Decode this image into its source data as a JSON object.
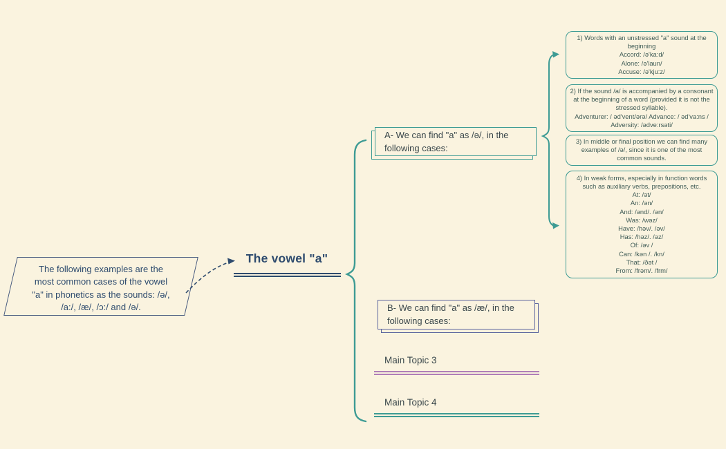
{
  "colors": {
    "background": "#FAF3DF",
    "teal": "#3D9B94",
    "navy": "#2E4B6E",
    "indigo": "#5A639E",
    "purple": "#B07EB8"
  },
  "note": {
    "text": "The following examples are the\nmost common cases of the vowel\n\"a\" in phonetics as the sounds: /ə/,\n/a:/, /æ/, /ɔ:/ and /ə/."
  },
  "root": {
    "title": "The vowel \"a\""
  },
  "topic_a": {
    "label": "A- We can find \"a\" as /ə/, in the\nfollowing cases:"
  },
  "topic_b": {
    "label": "B- We can find \"a\" as  /æ/, in the\nfollowing cases:"
  },
  "main_topic_3": {
    "label": "Main Topic 3"
  },
  "main_topic_4": {
    "label": "Main Topic 4"
  },
  "subtopics": [
    {
      "text": "1) Words with an unstressed \"a\" sound at the beginning\nAccord: /ə'ka:d/\nAlone: /ə'laun/\nAccuse: /ə'kju:z/"
    },
    {
      "text": "2) If the sound /a/ is accompanied by a consonant at the beginning of a word (provided it is not the stressed syllable).\nAdventurer: / əd'vent/ərə/ Advance: / əd'va:ns / Adversity: /ədve:rsəti/"
    },
    {
      "text": "3) In middle or final position we can find many examples of /ə/, since it is one of the most common sounds."
    },
    {
      "text": "4) In weak forms, especially in function words such as auxiliary verbs, prepositions, etc.\nAt: /ət/\nAn: /ən/\nAnd: /ənd/. /ən/\nWas: /wəz/\nHave: /həv/. /əv/\nHas: /həz/. /əz/\nOf: /əv /\nCan: /kən /. /kn/\nThat: /ðət /\nFrom: /frəm/. /frm/"
    }
  ]
}
